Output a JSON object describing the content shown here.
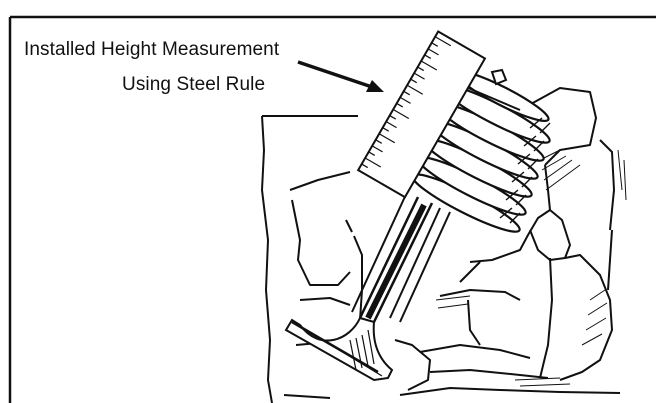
{
  "figure": {
    "caption_line1": "Installed  Height Measurement",
    "caption_line2": "Using Steel Rule",
    "ink_color": "#111111",
    "paper_color": "#ffffff",
    "components": [
      "steel-rule",
      "valve-spring",
      "valve-stem",
      "valve-head",
      "cylinder-head-casting",
      "callout-arrow"
    ]
  }
}
